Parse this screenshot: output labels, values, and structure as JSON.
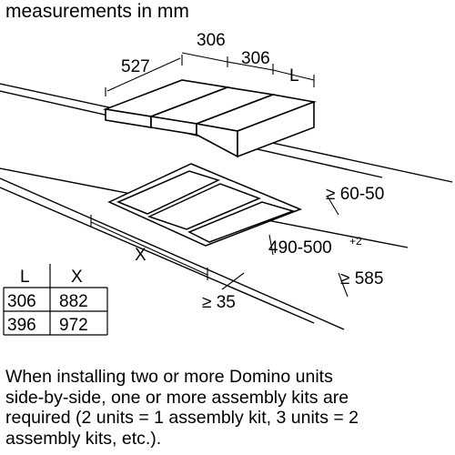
{
  "heading": "measurements in mm",
  "dimensions": {
    "depth": "527",
    "width_1": "306",
    "width_2": "306",
    "width_l": "L",
    "rear_clearance": "≥ 60-50",
    "cutout_width": "X",
    "cutout_depth": "490-500",
    "cutout_depth_tolerance": "+2",
    "front_clearance": "≥ 35",
    "counter_depth": "≥ 585"
  },
  "table": {
    "headers": [
      "L",
      "X"
    ],
    "rows": [
      [
        "306",
        "882"
      ],
      [
        "396",
        "972"
      ]
    ]
  },
  "note": {
    "lines": [
      "When installing two or more Domino units",
      "side-by-side, one or more assembly kits are",
      "required (2 units = 1 assembly kit, 3 units = 2",
      "assembly kits, etc.)."
    ]
  }
}
